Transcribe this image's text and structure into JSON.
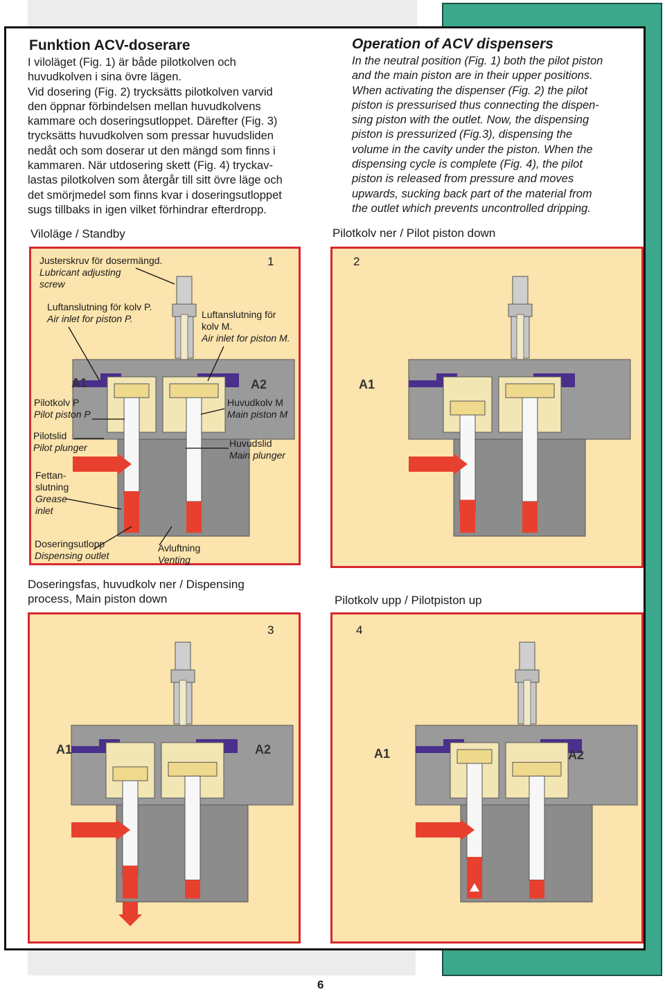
{
  "swedish": {
    "title": "Funktion  ACV-doserare",
    "lines": [
      "I viloläget (Fig. 1) är både pilotkolven och",
      "huvudkolven i sina övre lägen.",
      "Vid dosering (Fig. 2) trycksätts pilotkolven varvid",
      "den öppnar förbindelsen mellan huvudkolvens",
      "kammare och doseringsutloppet. Därefter (Fig. 3)",
      "trycksätts huvudkolven som pressar huvudsliden",
      "nedåt och som doserar ut den mängd som finns i",
      "kammaren. När utdosering skett (Fig. 4) tryckav-",
      "lastas pilotkolven som återgår till sitt övre läge och",
      "det smörjmedel som finns kvar i doseringsutloppet",
      "sugs tillbaks in igen vilket förhindrar efterdropp."
    ]
  },
  "english": {
    "title": "Operation of ACV dispensers",
    "lines": [
      "In the neutral position (Fig. 1) both the pilot piston",
      "and the main piston are in their upper positions.",
      "When activating the dispenser (Fig. 2) the pilot",
      "piston is pressurised thus connecting the dispen-",
      "sing piston with the outlet. Now,  the dispensing",
      "piston is pressurized (Fig.3), dispensing the",
      "volume in the cavity under the piston. When the",
      "dispensing cycle is complete (Fig. 4), the pilot",
      "piston is released from pressure and moves",
      "upwards, sucking back part of the material from",
      "the outlet which prevents uncontrolled dripping."
    ]
  },
  "figures": {
    "fig1": {
      "caption": "Viloläge / Standby",
      "number": "1"
    },
    "fig2": {
      "caption": "Pilotkolv ner / Pilot piston down",
      "number": "2"
    },
    "fig3": {
      "caption_line1": "Doseringsfas, huvudkolv ner / Dispensing",
      "caption_line2": "process, Main piston down",
      "number": "3"
    },
    "fig4": {
      "caption": "Pilotkolv upp / Pilotpiston up",
      "number": "4"
    }
  },
  "port_labels": {
    "a1": "A1",
    "a2": "A2"
  },
  "labels": {
    "adjust_sv": "Justerskruv för dosermängd.",
    "adjust_en1": "Lubricant adjusting",
    "adjust_en2": "screw",
    "airp_sv": "Luftanslutning för kolv P.",
    "airp_en": "Air inlet for piston P.",
    "airm_sv1": "Luftanslutning för",
    "airm_sv2": "kolv M.",
    "airm_en": "Air inlet for piston M.",
    "pilotp_sv": "Pilotkolv P",
    "pilotp_en": "Pilot piston P",
    "mainm_sv": "Huvudkolv M",
    "mainm_en": "Main piston M",
    "pslid_sv": "Pilotslid",
    "pslid_en": "Pilot plunger",
    "hslid_sv": "Huvudslid",
    "hslid_en": "Main plunger",
    "grease_sv1": "Fettan-",
    "grease_sv2": "slutning",
    "grease_en1": "Grease",
    "grease_en2": "inlet",
    "outlet_sv": "Doseringsutlopp",
    "outlet_en": "Dispensing outlet",
    "vent_sv": "Avluftning",
    "vent_en": "Venting"
  },
  "page_number": "6",
  "colors": {
    "panel_bg": "#fbe4ad",
    "panel_border": "#d8282f",
    "teal": "#3ba88b",
    "body": "#9a9a9a",
    "red": "#e8402e",
    "purple": "#4a2f8c"
  }
}
